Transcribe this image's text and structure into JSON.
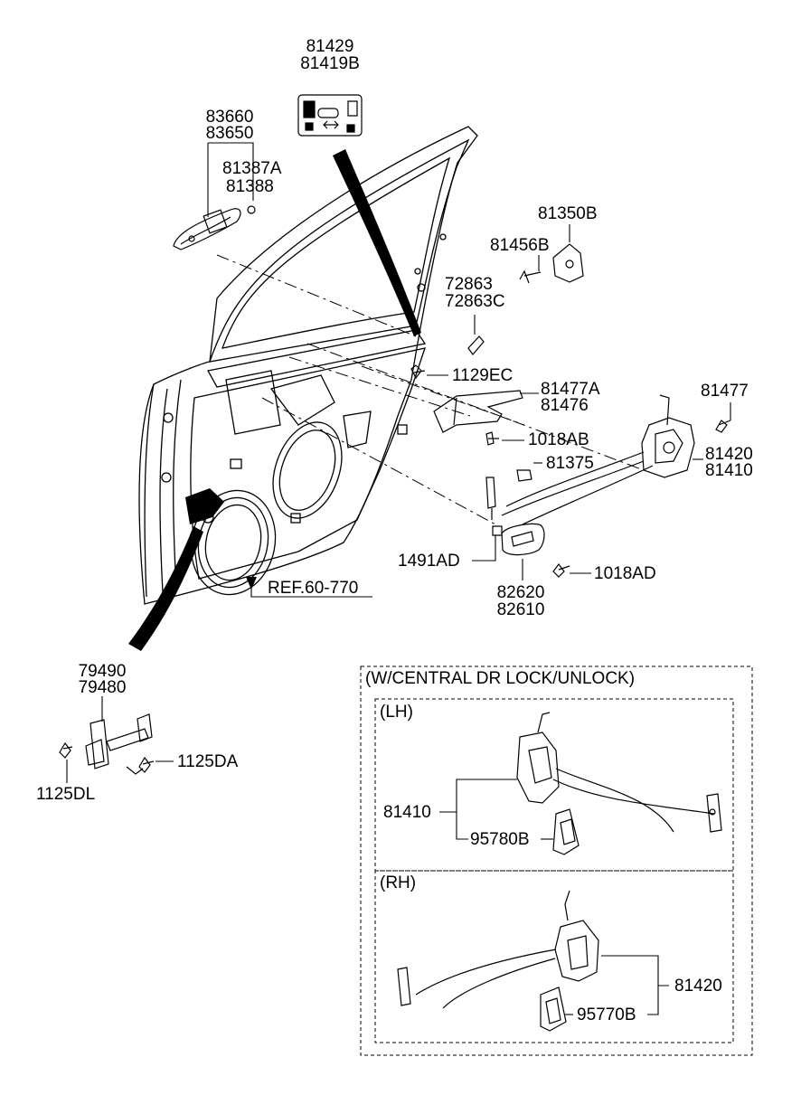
{
  "labels": {
    "p81429": "81429",
    "p81419b": "81419B",
    "p83660": "83660",
    "p83650": "83650",
    "p81387a": "81387A",
    "p81388": "81388",
    "p81350b": "81350B",
    "p81456b": "81456B",
    "p72863": "72863",
    "p72863c": "72863C",
    "p1129ec": "1129EC",
    "p81477a": "81477A",
    "p81476": "81476",
    "p81477": "81477",
    "p1018ab": "1018AB",
    "p81420": "81420",
    "p81410": "81410",
    "p81375": "81375",
    "p1491ad": "1491AD",
    "p1018ad": "1018AD",
    "p82620": "82620",
    "p82610": "82610",
    "ref": "REF.60-770",
    "p79490": "79490",
    "p79480": "79480",
    "p1125da": "1125DA",
    "p1125dl": "1125DL"
  },
  "option_box": {
    "title": "(W/CENTRAL DR LOCK/UNLOCK)",
    "lh": {
      "title": "(LH)",
      "latch": "81410",
      "actuator": "95780B"
    },
    "rh": {
      "title": "(RH)",
      "latch": "81420",
      "actuator": "95770B"
    }
  }
}
